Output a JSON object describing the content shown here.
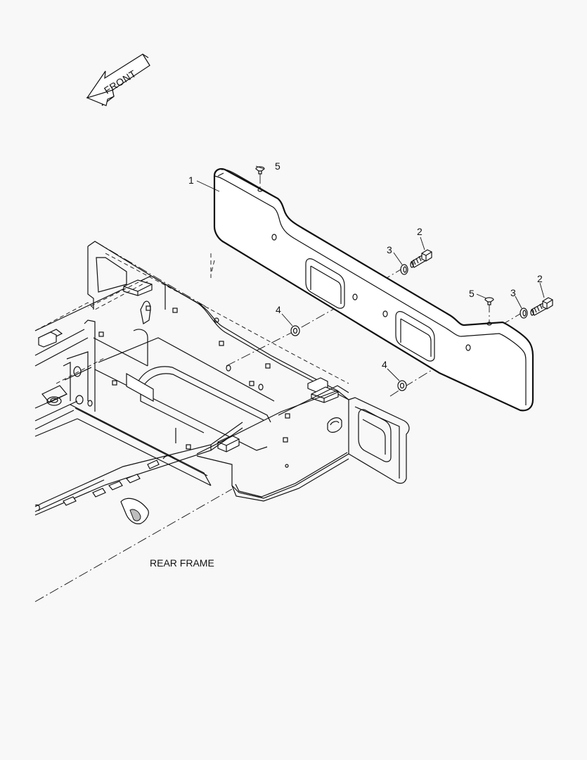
{
  "direction_arrow": {
    "label": "FRONT"
  },
  "frame_label": "REAR FRAME",
  "callouts": {
    "counterweight": "1",
    "bolt_upper": "2",
    "bolt_right": "2",
    "washer_upper": "3",
    "washer_right": "3",
    "washer_left": "4",
    "washer_lower": "4",
    "plug_top": "5",
    "plug_right": "5"
  }
}
